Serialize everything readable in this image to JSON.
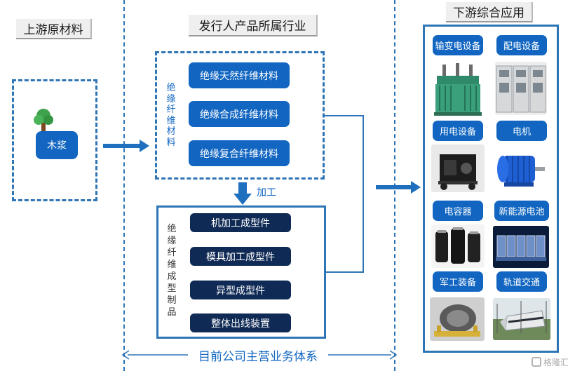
{
  "headers": {
    "upstream": "上游原材料",
    "industry": "发行人产品所属行业",
    "downstream": "下游综合应用"
  },
  "upstream": {
    "material": "木浆",
    "icon": "tree-icon"
  },
  "fiber": {
    "vertical_label": "绝缘纤维材料",
    "items": [
      "绝缘天然纤维材料",
      "绝缘合成纤维材料",
      "绝缘复合纤维材料"
    ]
  },
  "process_label": "加工",
  "products": {
    "vertical_label": "绝缘纤维成型制品",
    "items": [
      "机加工成型件",
      "模具加工成型件",
      "异型成型件",
      "整体出线装置"
    ]
  },
  "footer": "目前公司主营业务体系",
  "applications": [
    {
      "label": "输变电设备",
      "image": "transformer-image"
    },
    {
      "label": "配电设备",
      "image": "switchgear-image"
    },
    {
      "label": "用电设备",
      "image": "generator-image"
    },
    {
      "label": "电机",
      "image": "motor-image"
    },
    {
      "label": "电容器",
      "image": "capacitor-image"
    },
    {
      "label": "新能源电池",
      "image": "battery-image"
    },
    {
      "label": "军工装备",
      "image": "military-equipment-image"
    },
    {
      "label": "轨道交通",
      "image": "train-image"
    }
  ],
  "watermark": "格隆汇",
  "colors": {
    "primary_blue": "#1266c1",
    "border_blue": "#2e75b6",
    "dark_navy": "#0f2a55"
  }
}
